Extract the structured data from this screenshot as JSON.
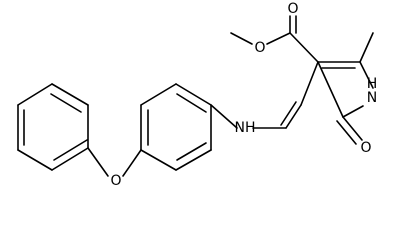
{
  "structure": {
    "atom_labels": {
      "ester_carbonyl_oxygen": "O",
      "ester_ether_oxygen": "O",
      "amine_nh": "NH",
      "ring_nh_h": "H",
      "ring_nh_n": "N",
      "lactam_oxygen": "O",
      "diaryl_ether_oxygen": "O"
    },
    "colors": {
      "bond": "#000000",
      "label": "#000000",
      "background": "#ffffff"
    }
  }
}
